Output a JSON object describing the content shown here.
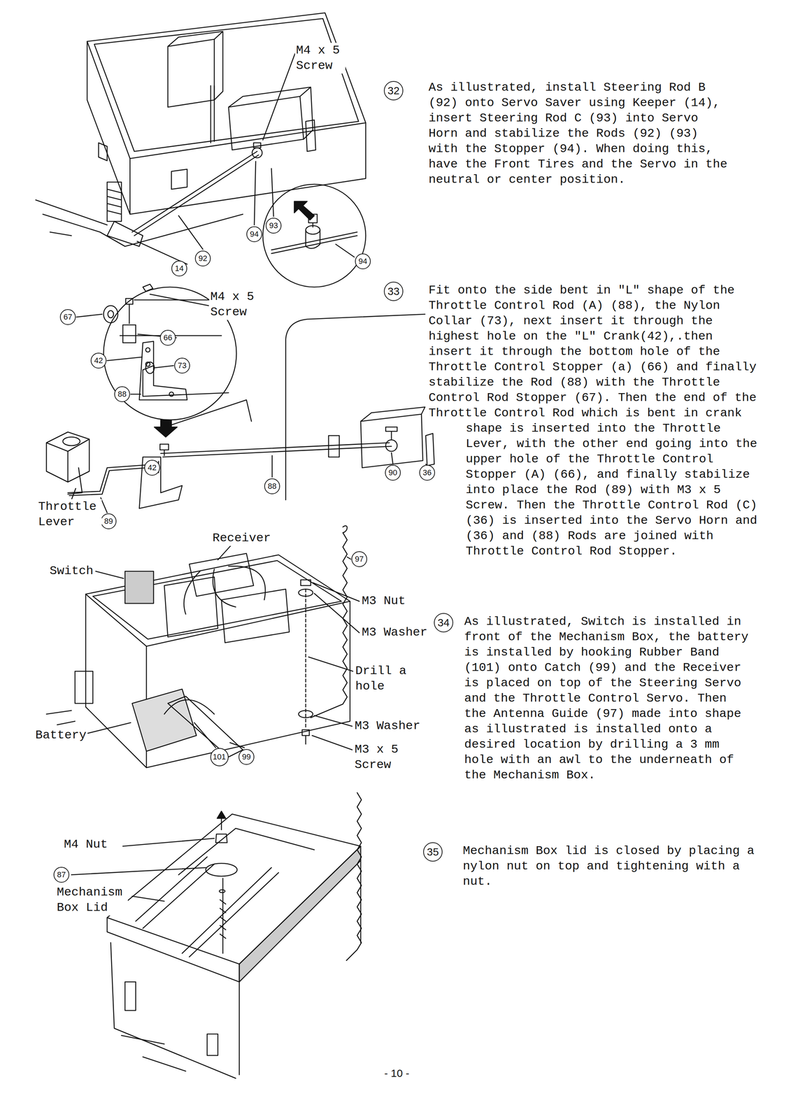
{
  "diagram": {
    "nodes": [
      {
        "text": [
          "32"
        ]
      },
      {
        "text": [
          "14"
        ]
      },
      {
        "text": [
          "92"
        ]
      },
      {
        "text": [
          "94"
        ]
      },
      {
        "text": [
          "93"
        ]
      },
      {
        "text": [
          "94"
        ]
      },
      {
        "text": [
          "33"
        ]
      },
      {
        "text": [
          "67"
        ]
      },
      {
        "text": [
          "66"
        ]
      },
      {
        "text": [
          "42"
        ]
      },
      {
        "text": [
          "73"
        ]
      },
      {
        "text": [
          "88"
        ]
      },
      {
        "text": [
          "42"
        ]
      },
      {
        "text": [
          "88"
        ]
      },
      {
        "text": [
          "89"
        ]
      },
      {
        "text": [
          "90"
        ]
      },
      {
        "text": [
          "36"
        ]
      },
      {
        "text": [
          "34"
        ]
      },
      {
        "text": [
          "97"
        ]
      },
      {
        "text": [
          "101"
        ]
      },
      {
        "text": [
          "99"
        ]
      },
      {
        "text": [
          "35"
        ]
      },
      {
        "text": [
          "87"
        ]
      }
    ],
    "labels": [
      "M4 x 5 Screw",
      "As illustrated, install Steering Rod B (92) onto Servo Saver using Keeper (14), insert Steering Rod C (93) into Servo Horn and stabilize the Rods (92) (93) with the Stopper (94). When doing this, have the Front Tires and the Servo in the neutral or center position.",
      "M4 x 5 Screw",
      "Fit onto the side bent in \"L\" shape of the Throttle Control Rod (A) (88), the Nylon Collar (73), next insert it through the highest hole on the \"L\" Crank(42),.then insert it through the bottom hole of the Throttle Control Stopper (a) (66) and finally stabilize the Rod (88) with the Throttle Control Rod Stopper (67). Then the end of the Throttle Control Rod which is bent in crank shape is inserted into the Throttle Lever, with the other end going into the upper hole of the Throttle Control Stopper (A) (66), and finally stabilize into place the Rod (89) with M3 x 5 Screw. Then the Throttle Control Rod (C) (36) is inserted into the Servo Horn and (36) and (88) Rods are joined with Throttle Control Rod Stopper.",
      "Throttle Lever",
      "Receiver",
      "Switch",
      "M3 Nut",
      "M3 Washer",
      "Drill a hole",
      "M3 Washer",
      "M3 x 5 Screw",
      "Battery",
      "As illustrated, Switch is installed in front of the Mechanism Box, the battery is installed by hooking Rubber Band (101) onto Catch (99) and the Receiver is placed on top of the Steering Servo and the Throttle Control Servo. Then the Antenna Guide (97) made into shape as illustrated is installed onto a desired location by drilling a 3 mm hole with an awl to the underneath of the Mechanism Box.",
      "M4 Nut",
      "Mechanism Box Lid",
      "Mechanism Box lid is closed by placing a nylon nut on top and tightening with a nut.",
      "- 10 -"
    ]
  }
}
